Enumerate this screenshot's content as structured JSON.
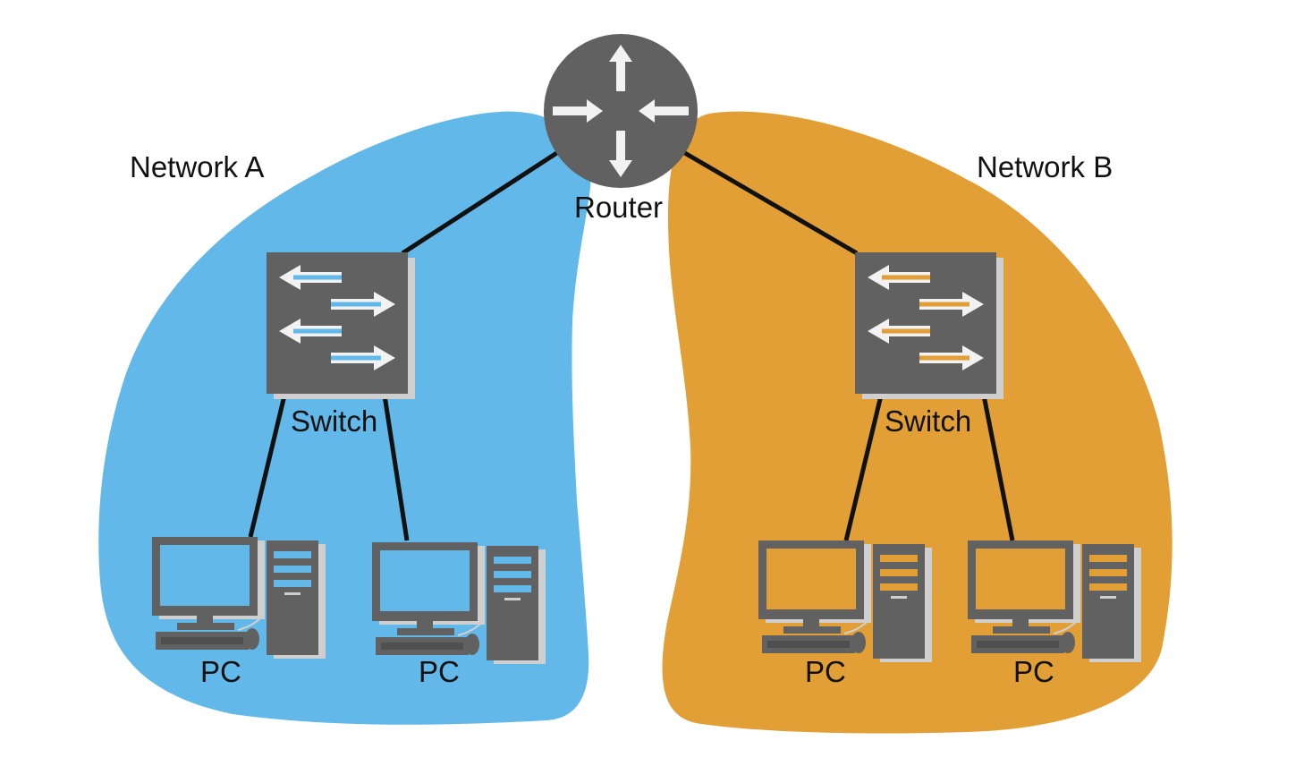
{
  "labels": {
    "network_a": "Network A",
    "network_b": "Network B",
    "router": "Router",
    "switch_a": "Switch",
    "switch_b": "Switch",
    "pc_a1": "PC",
    "pc_a2": "PC",
    "pc_b1": "PC",
    "pc_b2": "PC"
  },
  "colors": {
    "network_a": "#62b8e8",
    "network_b": "#e29f36",
    "device_gray": "#616161",
    "device_shadow": "#cfcfcf",
    "link": "#111111"
  },
  "icons": {
    "router": "router-icon",
    "switch": "switch-icon",
    "pc": "desktop-pc-icon"
  }
}
